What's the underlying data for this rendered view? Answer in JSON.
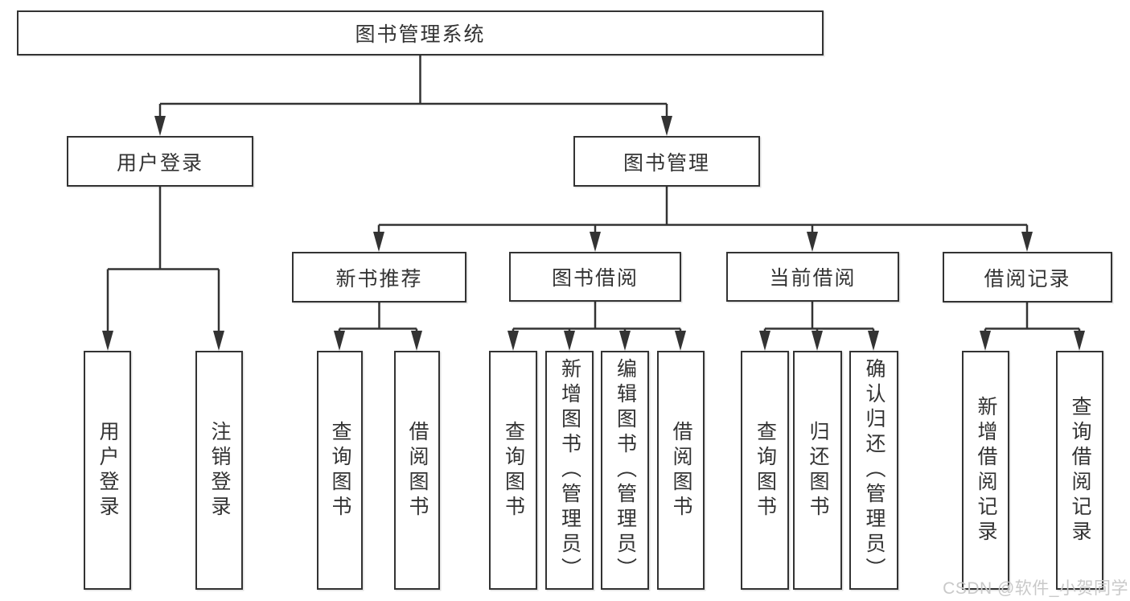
{
  "tree": {
    "label": "图书管理系统",
    "children": [
      {
        "label": "用户登录",
        "children": [
          {
            "label": "用户登录"
          },
          {
            "label": "注销登录"
          }
        ]
      },
      {
        "label": "图书管理",
        "children": [
          {
            "label": "新书推荐",
            "children": [
              {
                "label": "查询图书"
              },
              {
                "label": "借阅图书"
              }
            ]
          },
          {
            "label": "图书借阅",
            "children": [
              {
                "label": "查询图书"
              },
              {
                "label": "新增图书（管理员）"
              },
              {
                "label": "编辑图书（管理员）"
              },
              {
                "label": "借阅图书"
              }
            ]
          },
          {
            "label": "当前借阅",
            "children": [
              {
                "label": "查询图书"
              },
              {
                "label": "归还图书"
              },
              {
                "label": "确认归还（管理员）"
              }
            ]
          },
          {
            "label": "借阅记录",
            "children": [
              {
                "label": "新增借阅记录"
              },
              {
                "label": "查询借阅记录"
              }
            ]
          }
        ]
      }
    ]
  },
  "watermark": {
    "text": "CSDN @软件_小贺同学"
  },
  "colors": {
    "line": "#333333",
    "text": "#333333",
    "box_background": "#ffffff",
    "page_background": "#ffffff",
    "watermark": "#c9c9c9"
  }
}
